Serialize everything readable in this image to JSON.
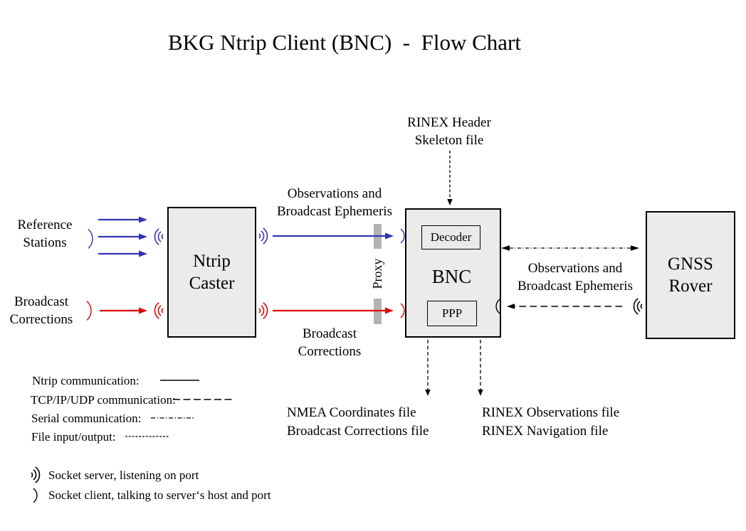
{
  "title": "BKG Ntrip Client (BNC)  -  Flow Chart",
  "colors": {
    "ntrip_blue": "#3333b3",
    "corrections_red": "#dd0505",
    "box_fill": "#ebebeb",
    "box_border": "#000000",
    "proxy_gray": "#b3b3b3",
    "line_black": "#000000"
  },
  "nodes": {
    "ntrip_caster": {
      "label": "Ntrip\nCaster"
    },
    "bnc": {
      "label": "BNC",
      "decoder": "Decoder",
      "ppp": "PPP"
    },
    "gnss_rover": {
      "label": "GNSS\nRover"
    }
  },
  "labels": {
    "reference_stations": "Reference\nStations",
    "broadcast_corrections_input": "Broadcast\nCorrections",
    "observations_ephemeris_top": "Observations and\nBroadcast Ephemeris",
    "broadcast_corrections_stream": "Broadcast\nCorrections",
    "proxy": "Proxy",
    "rinex_header_skeleton": "RINEX Header\nSkeleton file",
    "observations_ephemeris_rover": "Observations and\nBroadcast Ephemeris",
    "nmea_output_files": "NMEA Coordinates file\nBroadcast Corrections file",
    "rinex_output_files": "RINEX Observations file\nRINEX Navigation file"
  },
  "legend": {
    "line_types": [
      {
        "label": "Ntrip communication:",
        "style": "solid"
      },
      {
        "label": "TCP/IP/UDP communication:",
        "style": "dashed"
      },
      {
        "label": "Serial communication:",
        "style": "dashdot"
      },
      {
        "label": "File input/output:",
        "style": "finedash"
      }
    ],
    "socket_server": "Socket server, listening on port",
    "socket_client": "Socket client, talking to server‘s host and port"
  }
}
